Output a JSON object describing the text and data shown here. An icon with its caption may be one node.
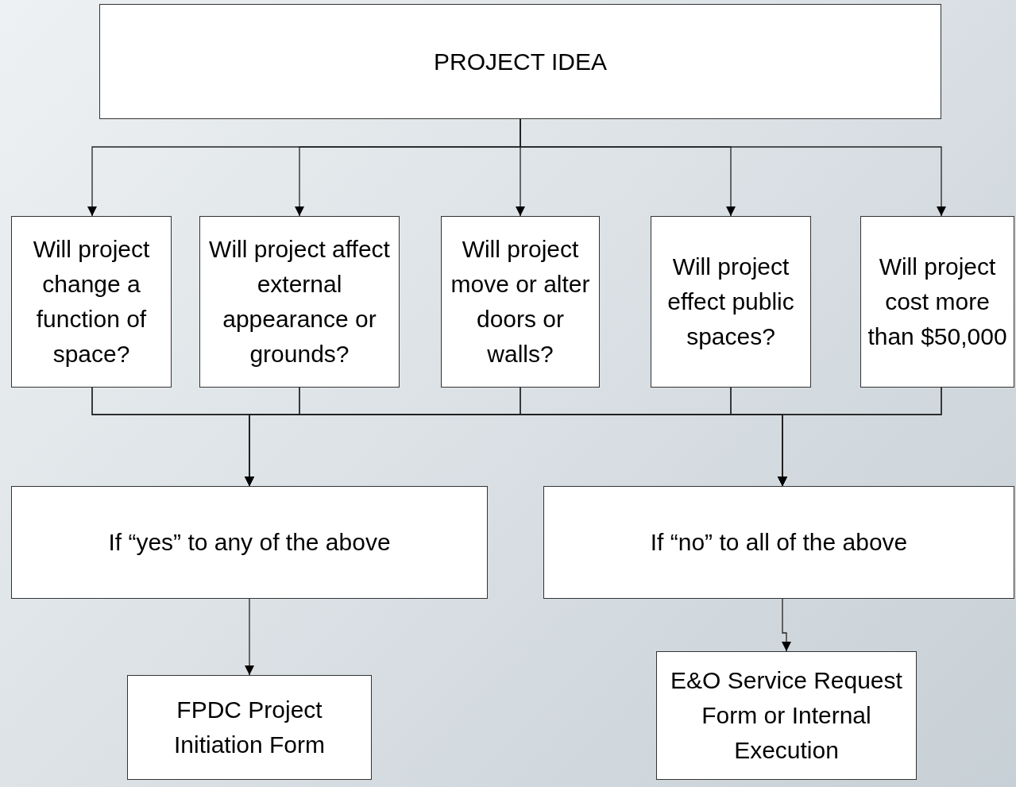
{
  "diagram": {
    "nodes": [
      {
        "text": [
          "PROJECT IDEA"
        ]
      },
      {
        "text": [
          "Will project change a function of space?"
        ]
      },
      {
        "text": [
          "Will project affect external appearance or grounds?"
        ]
      },
      {
        "text": [
          "Will project move or alter doors or walls?"
        ]
      },
      {
        "text": [
          "Will project effect public spaces?"
        ]
      },
      {
        "text": [
          "Will project cost more than $50,000"
        ]
      },
      {
        "text": [
          "If “yes” to any of the above"
        ]
      },
      {
        "text": [
          "If “no” to all of the above"
        ]
      },
      {
        "text": [
          "FPDC Project Initiation Form"
        ]
      },
      {
        "text": [
          "E&O Service Request Form or Internal Execution"
        ]
      }
    ],
    "edges": [
      {
        "from": 0,
        "to": 1,
        "arrow": "to"
      },
      {
        "from": 0,
        "to": 2,
        "arrow": "to"
      },
      {
        "from": 0,
        "to": 3,
        "arrow": "to"
      },
      {
        "from": 0,
        "to": 4,
        "arrow": "to"
      },
      {
        "from": 0,
        "to": 5,
        "arrow": "to"
      },
      {
        "from": 1,
        "to": 6,
        "arrow": "to"
      },
      {
        "from": 2,
        "to": 6,
        "arrow": "to"
      },
      {
        "from": 3,
        "to": 6,
        "arrow": "to"
      },
      {
        "from": 4,
        "to": 6,
        "arrow": "to"
      },
      {
        "from": 5,
        "to": 6,
        "arrow": "to"
      },
      {
        "from": 1,
        "to": 7,
        "arrow": "to"
      },
      {
        "from": 2,
        "to": 7,
        "arrow": "to"
      },
      {
        "from": 3,
        "to": 7,
        "arrow": "to"
      },
      {
        "from": 4,
        "to": 7,
        "arrow": "to"
      },
      {
        "from": 5,
        "to": 7,
        "arrow": "to"
      },
      {
        "from": 6,
        "to": 8,
        "arrow": "to"
      },
      {
        "from": 7,
        "to": 9,
        "arrow": "to"
      }
    ]
  }
}
